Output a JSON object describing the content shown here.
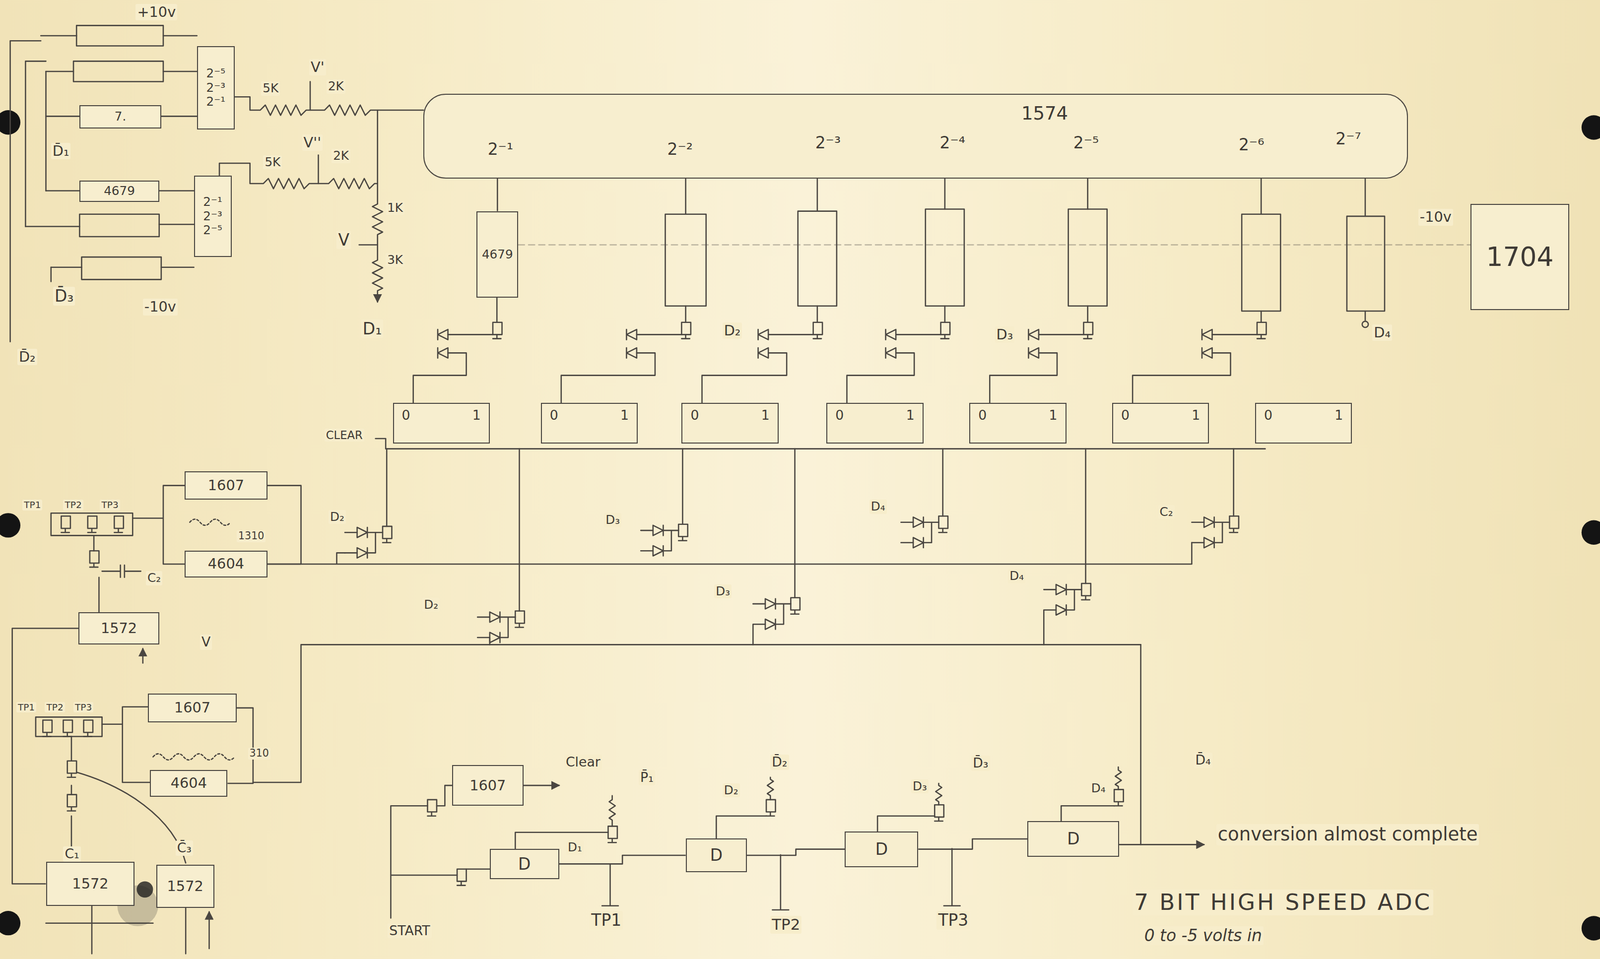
{
  "diagram": {
    "title": "7 BIT HIGH SPEED ADC",
    "caption": "0 to -5 volts in",
    "nodes": [
      {
        "text": [
          "2⁻⁵",
          "2⁻³",
          "2⁻¹"
        ]
      },
      {
        "text": [
          "7."
        ]
      },
      {
        "text": [
          "1574",
          "2⁻¹",
          "2⁻²",
          "2⁻³",
          "2⁻⁴",
          "2⁻⁵",
          "2⁻⁶",
          "2⁻⁷"
        ]
      },
      {
        "text": [
          "4679"
        ]
      },
      {
        "text": [
          "2⁻¹",
          "2⁻³",
          "2⁻⁵"
        ]
      },
      {
        "text": [
          "4679"
        ]
      },
      {
        "text": [
          "1704"
        ]
      },
      {
        "text": [
          "0",
          "1"
        ]
      },
      {
        "text": [
          "0",
          "1"
        ]
      },
      {
        "text": [
          "0",
          "1"
        ]
      },
      {
        "text": [
          "0",
          "1"
        ]
      },
      {
        "text": [
          "0",
          "1"
        ]
      },
      {
        "text": [
          "0",
          "1"
        ]
      },
      {
        "text": [
          "0",
          "1"
        ]
      },
      {
        "text": [
          "1607"
        ]
      },
      {
        "text": [
          "4604"
        ]
      },
      {
        "text": [
          "1572"
        ]
      },
      {
        "text": [
          "1607"
        ]
      },
      {
        "text": [
          "1607"
        ]
      },
      {
        "text": [
          "4604"
        ]
      },
      {
        "text": [
          "D"
        ]
      },
      {
        "text": [
          "D"
        ]
      },
      {
        "text": [
          "D"
        ]
      },
      {
        "text": [
          "D"
        ]
      },
      {
        "text": [
          "1572"
        ]
      },
      {
        "text": [
          "1572"
        ]
      }
    ],
    "edges": [
      {
        "from": 2,
        "to": 5,
        "arrow": "none"
      },
      {
        "from": 14,
        "to": 15,
        "arrow": "none"
      },
      {
        "from": 17,
        "to": 19,
        "arrow": "none"
      },
      {
        "from": 20,
        "to": 21,
        "arrow": "none"
      },
      {
        "from": 21,
        "to": 22,
        "arrow": "none"
      },
      {
        "from": 22,
        "to": 23,
        "arrow": "none"
      },
      {
        "from": 24,
        "to": 16,
        "arrow": "none"
      }
    ],
    "labels": [
      "+10v",
      "5K",
      "V'",
      "2K",
      "5K",
      "V''",
      "2K",
      "1K",
      "V",
      "3K",
      "D₁",
      "D̄₁",
      "D̄₃",
      "-10v",
      "D̄₂",
      "-10v",
      "D₄",
      "D₂",
      "D₃",
      "CLEAR",
      "D₂",
      "TP1",
      "TP2",
      "TP3",
      "1310",
      "C₂",
      "V",
      "TP1",
      "TP2",
      "TP3",
      "310",
      "C₁",
      "C̄₃",
      "D₃",
      "D₄",
      "C₂",
      "D₂",
      "D₃",
      "D₄",
      "Clear",
      "D₁",
      "P̄₁",
      "D₂",
      "D̄₂",
      "D₃",
      "D̄₃",
      "D₄",
      "D̄₄",
      "TP1",
      "TP2",
      "TP3",
      "START",
      "conversion almost complete"
    ]
  }
}
